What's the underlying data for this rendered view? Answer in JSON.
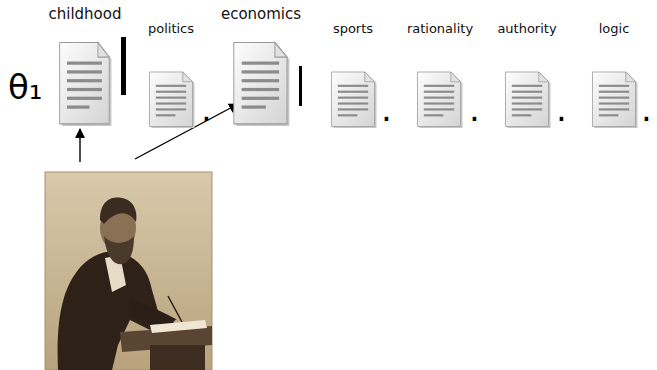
{
  "diagram": {
    "nodes": [
      {
        "text": [
          "childhood"
        ]
      },
      {
        "text": [
          "politics"
        ]
      },
      {
        "text": [
          "economics"
        ]
      },
      {
        "text": [
          "sports"
        ]
      },
      {
        "text": [
          "rationality"
        ]
      },
      {
        "text": [
          "authority"
        ]
      },
      {
        "text": [
          "logic"
        ]
      }
    ],
    "labels": [
      "θ₁",
      ".",
      ".",
      ".",
      ".",
      "."
    ]
  }
}
